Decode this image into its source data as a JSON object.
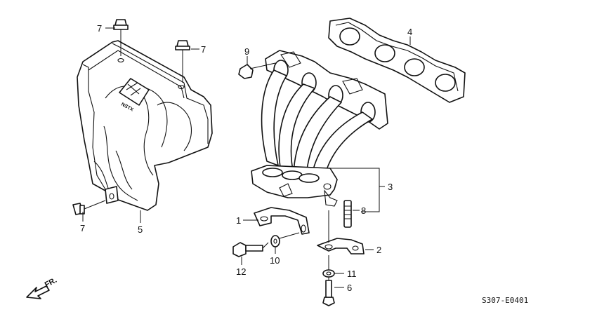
{
  "diagram": {
    "code": "S307-E0401",
    "direction_label": "FR.",
    "logo_text": "NSTX",
    "callouts": {
      "c1": "1",
      "c2": "2",
      "c3": "3",
      "c4": "4",
      "c5": "5",
      "c6": "6",
      "c7a": "7",
      "c7b": "7",
      "c7c": "7",
      "c8": "8",
      "c9": "9",
      "c10": "10",
      "c11": "11",
      "c12": "12"
    }
  }
}
